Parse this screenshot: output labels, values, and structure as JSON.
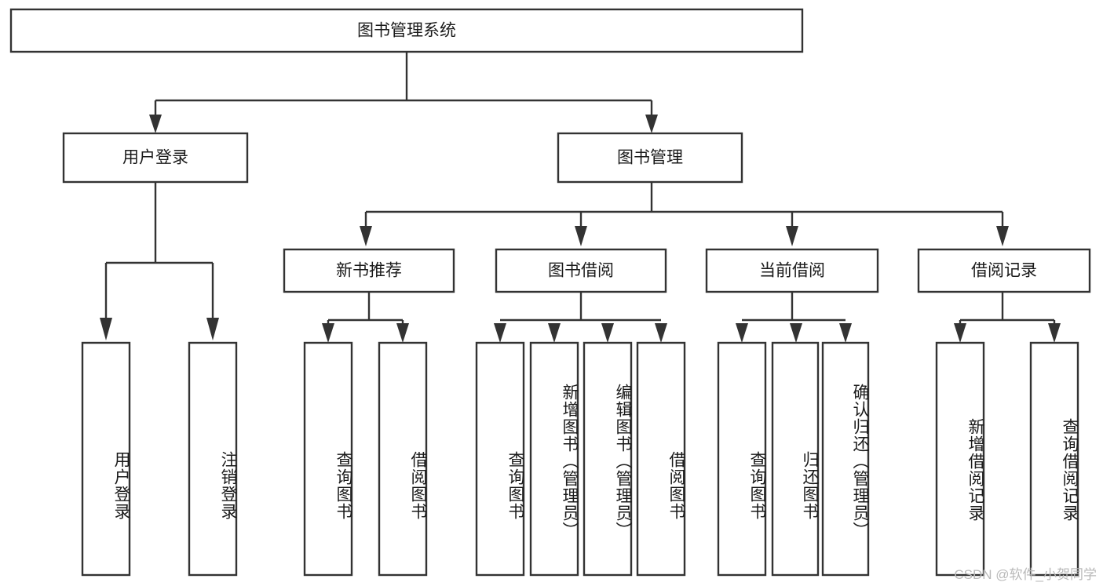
{
  "diagram": {
    "title": "图书管理系统",
    "watermark": "CSDN @软件_小贺同学",
    "line_color": "#333333",
    "box_fill": "#ffffff",
    "text_color": "#1a1a1a",
    "levels": {
      "root": {
        "label": "图书管理系统"
      },
      "level2": [
        {
          "label": "用户登录"
        },
        {
          "label": "图书管理"
        }
      ],
      "level3": [
        {
          "label": "新书推荐"
        },
        {
          "label": "图书借阅"
        },
        {
          "label": "当前借阅"
        },
        {
          "label": "借阅记录"
        }
      ],
      "leaves": {
        "user_login": [
          {
            "label": "用户登录"
          },
          {
            "label": "注销登录"
          }
        ],
        "new_book_recommend": [
          {
            "label": "查询图书"
          },
          {
            "label": "借阅图书"
          }
        ],
        "book_borrow": [
          {
            "label": "查询图书"
          },
          {
            "label": "新增图书（管理员）"
          },
          {
            "label": "编辑图书（管理员）"
          },
          {
            "label": "借阅图书"
          }
        ],
        "current_borrow": [
          {
            "label": "查询图书"
          },
          {
            "label": "归还图书"
          },
          {
            "label": "确认归还（管理员）"
          }
        ],
        "borrow_record": [
          {
            "label": "新增借阅记录"
          },
          {
            "label": "查询借阅记录"
          }
        ]
      }
    }
  }
}
